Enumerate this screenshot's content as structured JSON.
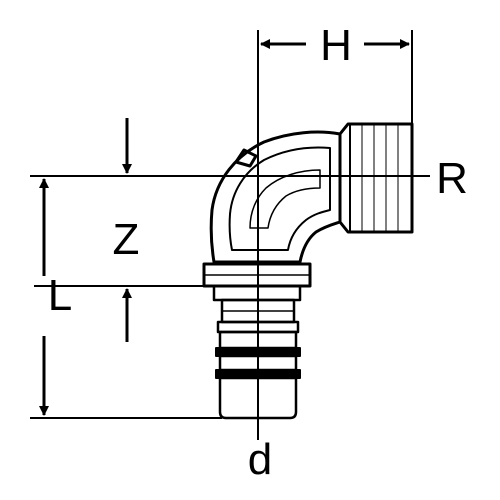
{
  "labels": {
    "H": "H",
    "R": "R",
    "Z": "Z",
    "L": "L",
    "d": "d"
  },
  "colors": {
    "stroke": "#000000",
    "background": "#ffffff"
  }
}
